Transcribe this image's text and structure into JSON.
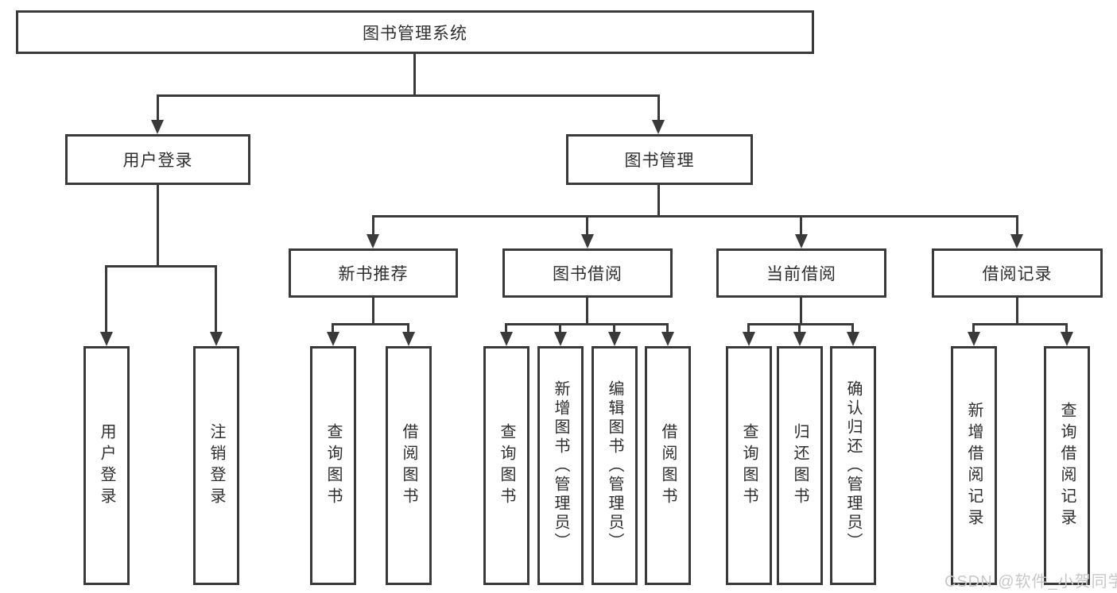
{
  "diagram": {
    "colors": {
      "line": "#3a3a3a",
      "box_border": "#3a3a3a",
      "box_bg": "#ffffff",
      "text": "#2e2e2e",
      "watermark": "#c8c8c8"
    },
    "tree": {
      "root": {
        "label": "图书管理系统",
        "children": [
          {
            "label": "用户登录",
            "children": [
              {
                "label": "用户登录"
              },
              {
                "label": "注销登录"
              }
            ]
          },
          {
            "label": "图书管理",
            "children": [
              {
                "label": "新书推荐",
                "children": [
                  {
                    "label": "查询图书"
                  },
                  {
                    "label": "借阅图书"
                  }
                ]
              },
              {
                "label": "图书借阅",
                "children": [
                  {
                    "label": "查询图书"
                  },
                  {
                    "label": "新增图书（管理员）"
                  },
                  {
                    "label": "编辑图书（管理员）"
                  },
                  {
                    "label": "借阅图书"
                  }
                ]
              },
              {
                "label": "当前借阅",
                "children": [
                  {
                    "label": "查询图书"
                  },
                  {
                    "label": "归还图书"
                  },
                  {
                    "label": "确认归还（管理员）"
                  }
                ]
              },
              {
                "label": "借阅记录",
                "children": [
                  {
                    "label": "新增借阅记录"
                  },
                  {
                    "label": "查询借阅记录"
                  }
                ]
              }
            ]
          }
        ]
      }
    },
    "watermark": {
      "text": "CSDN @软件_小贺同学"
    }
  }
}
